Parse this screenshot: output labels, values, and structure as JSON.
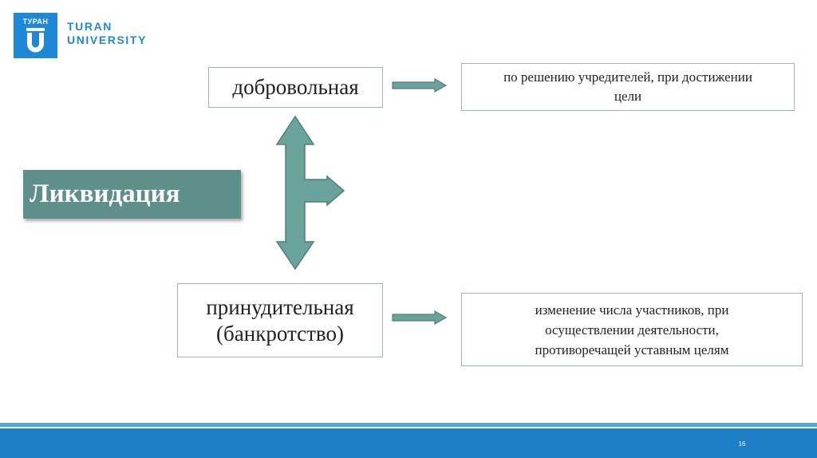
{
  "header": {
    "logo_top": "ТУРАН",
    "logo_line1": "TURAN",
    "logo_line2": "UNIVERSITY"
  },
  "diagram": {
    "center": "Ликвидация",
    "voluntary": "добровольная",
    "forced_line1": "принудительная",
    "forced_line2": "(банкротство)",
    "voluntary_desc_line1": "по решению учредителей, при достижении",
    "voluntary_desc_line2": "цели",
    "forced_desc_line1": "изменение числа участников, при",
    "forced_desc_line2": "осуществлении деятельности,",
    "forced_desc_line3": "противоречащей уставным целям"
  },
  "colors": {
    "accent_blue": "#1e88d6",
    "arrow_fill": "#6aa39c",
    "liquidation_bg": "#5e8f8a",
    "footer_blue": "#1e7fc6"
  },
  "footer": {
    "page_number": "16"
  }
}
